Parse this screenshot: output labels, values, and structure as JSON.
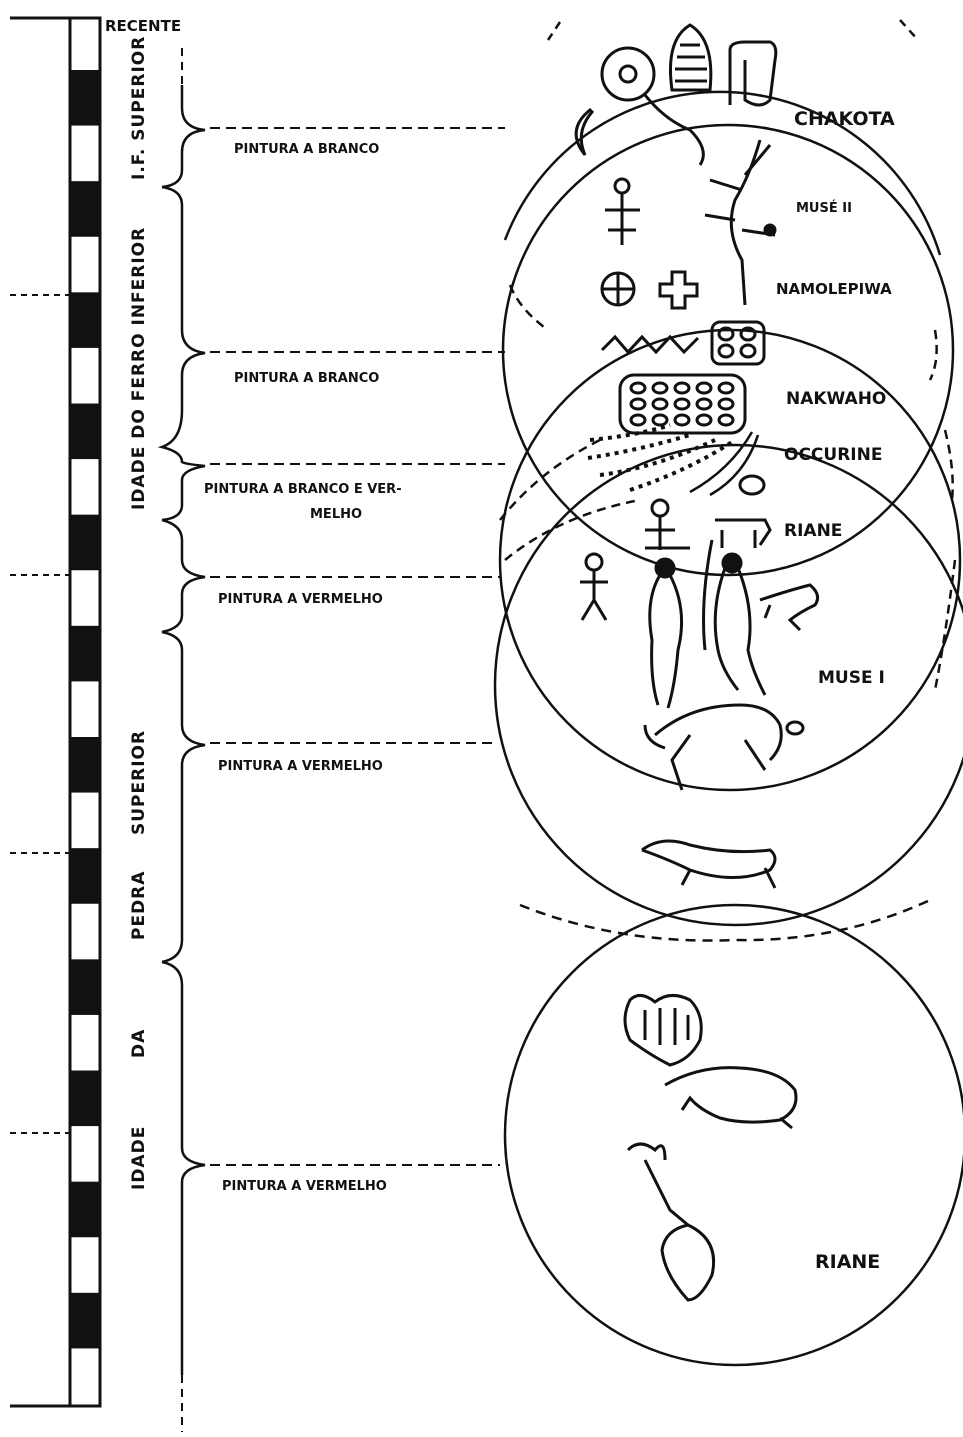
{
  "timeline": {
    "top_label": "RECENTE",
    "periods": [
      {
        "text": "I.F. SUPERIOR"
      },
      {
        "text": "IDADE DO FERRO INFERIOR"
      },
      {
        "text": "SUPERIOR"
      },
      {
        "text": "PEDRA"
      },
      {
        "text": "DA"
      },
      {
        "text": "IDADE"
      }
    ]
  },
  "styles": [
    {
      "text": "PINTURA A BRANCO"
    },
    {
      "text": "PINTURA A BRANCO"
    },
    {
      "text": "PINTURA A BRANCO E VER-"
    },
    {
      "text": "MELHO"
    },
    {
      "text": "PINTURA A VERMELHO"
    },
    {
      "text": "PINTURA A VERMELHO"
    },
    {
      "text": "PINTURA A VERMELHO"
    }
  ],
  "sites": [
    {
      "name": "CHAKOTA"
    },
    {
      "name": "MUSÉ II"
    },
    {
      "name": "NAMOLEPIWA"
    },
    {
      "name": "NAKWAHO"
    },
    {
      "name": "OCCURINE"
    },
    {
      "name": "RIANE"
    },
    {
      "name": "MUSE I"
    },
    {
      "name": "RIANE"
    }
  ],
  "motifs": [
    "sun-ring-motif",
    "shield-motif",
    "loop-motif",
    "crescent-motif",
    "lizard-motif",
    "cross-figure-motif",
    "wheel-motif",
    "plus-motif",
    "zigzag-motif",
    "grid-panel-motif",
    "dot-stream-motif",
    "human-figure-motif",
    "animal-motif",
    "hand-print-motif",
    "tree-motif"
  ]
}
